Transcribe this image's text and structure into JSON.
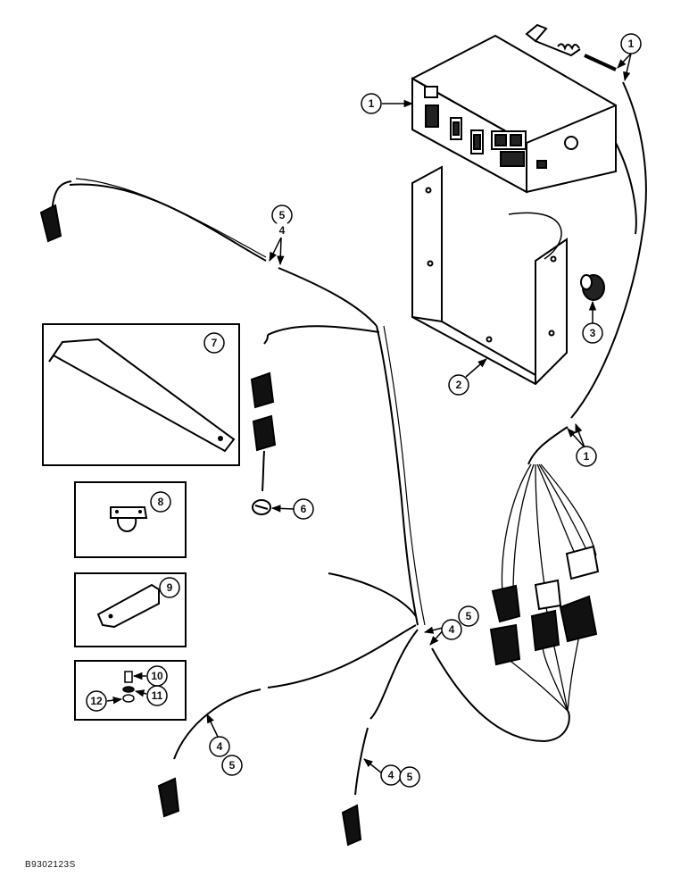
{
  "figure_id": "B9302123S",
  "callouts": {
    "c1a": "1",
    "c1b": "1",
    "c1c": "1",
    "c2": "2",
    "c3": "3",
    "c4a": "4",
    "c5a": "5",
    "c4b": "4",
    "c5b": "5",
    "c4c": "4",
    "c5c": "5",
    "c4d": "4",
    "c5d": "5",
    "c6": "6",
    "c7": "7",
    "c8": "8",
    "c9": "9",
    "c10": "10",
    "c11": "11",
    "c12": "12"
  }
}
